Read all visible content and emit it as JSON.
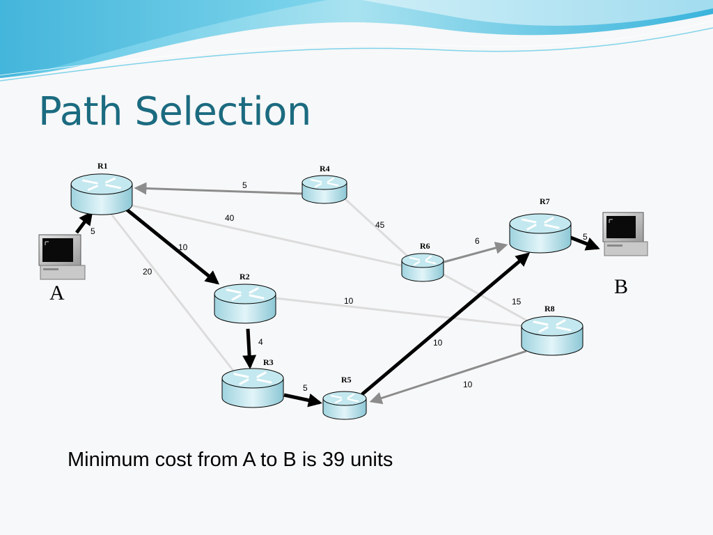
{
  "title": "Path Selection",
  "caption": "Minimum cost from A to B is 39 units",
  "hosts": {
    "a": "A",
    "b": "B"
  },
  "routers": {
    "r1": "R1",
    "r2": "R2",
    "r3": "R3",
    "r4": "R4",
    "r5": "R5",
    "r6": "R6",
    "r7": "R7",
    "r8": "R8"
  },
  "weights": {
    "a_r1": "5",
    "r4_r1": "5",
    "r1_r6": "40",
    "r4_r6": "45",
    "r1_r2": "10",
    "r1_r3": "20",
    "r6_r7": "6",
    "r7_b": "5",
    "r2_r8": "10",
    "r6_r8": "15",
    "r2_r3": "4",
    "r3_r5": "5",
    "r5_r7": "10",
    "r8_r5": "10"
  },
  "colors": {
    "title": "#1b6b80",
    "router_fill": "#c4e8ef",
    "optimal_path": "#000000",
    "alternate_path": "#8c8c8c",
    "unused_link": "#dcdcdc"
  }
}
